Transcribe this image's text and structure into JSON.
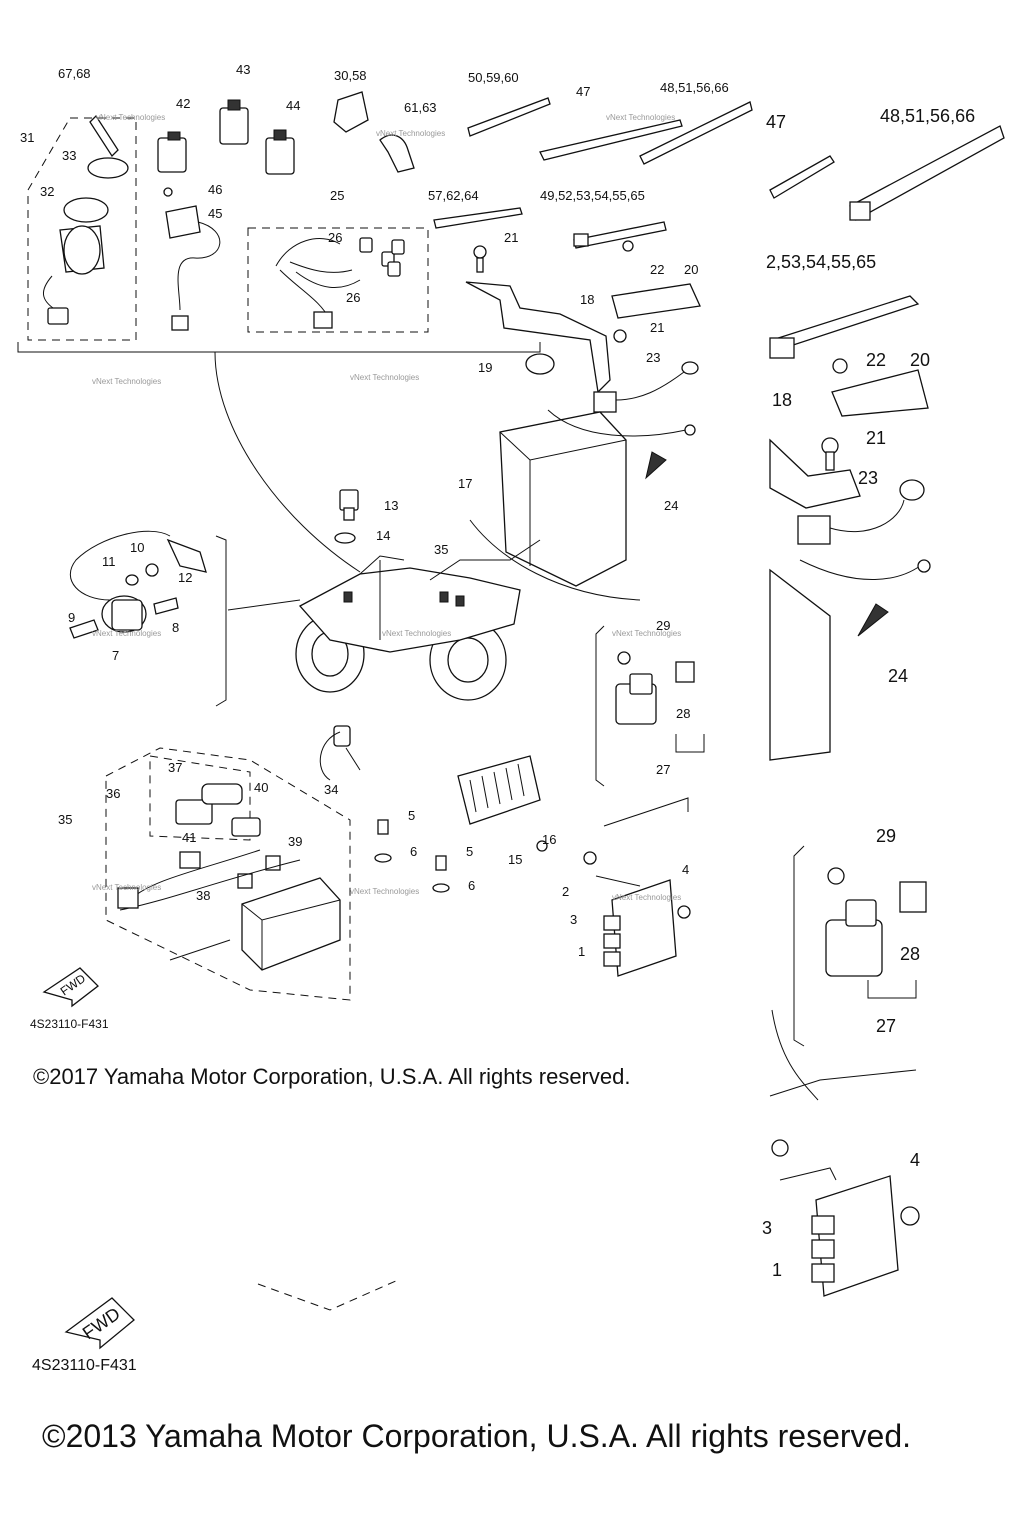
{
  "drawing": {
    "watermark": "vNext Technologies",
    "drawing_code": "4S23110-F431",
    "fwd_label": "FWD",
    "copyright_top": "©2017 Yamaha Motor Corporation, U.S.A. All rights reserved.",
    "copyright_bottom": "©2013 Yamaha Motor Corporation, U.S.A. All rights reserved."
  },
  "callouts": {
    "c67_68": "67,68",
    "c43": "43",
    "c30_58": "30,58",
    "c50_59_60": "50,59,60",
    "c47": "47",
    "c48_51_56_66": "48,51,56,66",
    "c42": "42",
    "c44": "44",
    "c61_63": "61,63",
    "c31": "31",
    "c33": "33",
    "c46": "46",
    "c45": "45",
    "c32": "32",
    "c25": "25",
    "c26a": "26",
    "c26b": "26",
    "c57_62_64": "57,62,64",
    "c49_65": "49,52,53,54,55,65",
    "c21a": "21",
    "c22": "22",
    "c20": "20",
    "c18": "18",
    "c21b": "21",
    "c19": "19",
    "c23": "23",
    "c17": "17",
    "c24": "24",
    "c13": "13",
    "c14": "14",
    "c35a": "35",
    "c10": "10",
    "c11": "11",
    "c12": "12",
    "c9": "9",
    "c8": "8",
    "c7": "7",
    "c29": "29",
    "c28": "28",
    "c27": "27",
    "c37": "37",
    "c36": "36",
    "c40": "40",
    "c35b": "35",
    "c41": "41",
    "c39": "39",
    "c38": "38",
    "c34": "34",
    "c5a": "5",
    "c6a": "6",
    "c5b": "5",
    "c6b": "6",
    "c16": "16",
    "c15": "15",
    "c2": "2",
    "c4": "4",
    "c3": "3",
    "c1": "1"
  },
  "zoom_callouts": {
    "z47": "47",
    "z48": "48,51,56,66",
    "z49": "2,53,54,55,65",
    "z22": "22",
    "z20": "20",
    "z18": "18",
    "z21": "21",
    "z23": "23",
    "z24": "24",
    "z29": "29",
    "z28": "28",
    "z27": "27",
    "z4": "4",
    "z3": "3",
    "z1": "1"
  }
}
